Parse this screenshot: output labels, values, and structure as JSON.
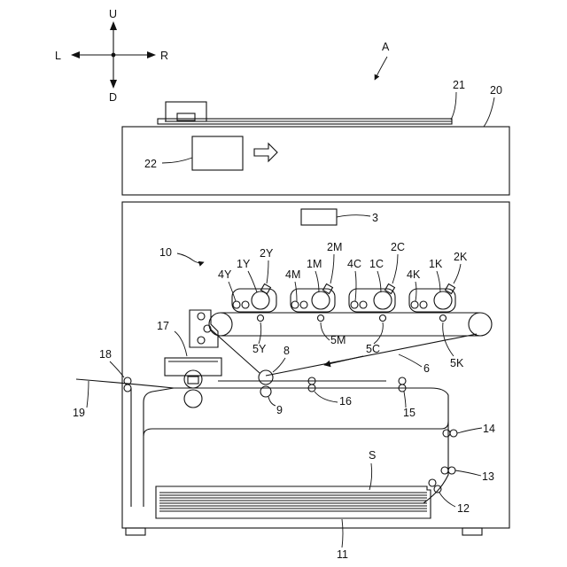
{
  "compass": {
    "up": "U",
    "down": "D",
    "left": "L",
    "right": "R"
  },
  "labels": {
    "A": "A",
    "n20": "20",
    "n21": "21",
    "n22": "22",
    "n3": "3",
    "n10": "10",
    "n4Y": "4Y",
    "n1Y": "1Y",
    "n2Y": "2Y",
    "n4M": "4M",
    "n1M": "1M",
    "n2M": "2M",
    "n4C": "4C",
    "n1C": "1C",
    "n2C": "2C",
    "n4K": "4K",
    "n1K": "1K",
    "n2K": "2K",
    "n5Y": "5Y",
    "n5M": "5M",
    "n5C": "5C",
    "n5K": "5K",
    "n6": "6",
    "n8": "8",
    "n9": "9",
    "n17": "17",
    "n18": "18",
    "n19": "19",
    "n16": "16",
    "n15": "15",
    "n14": "14",
    "n13": "13",
    "n12": "12",
    "S": "S",
    "n11": "11"
  }
}
